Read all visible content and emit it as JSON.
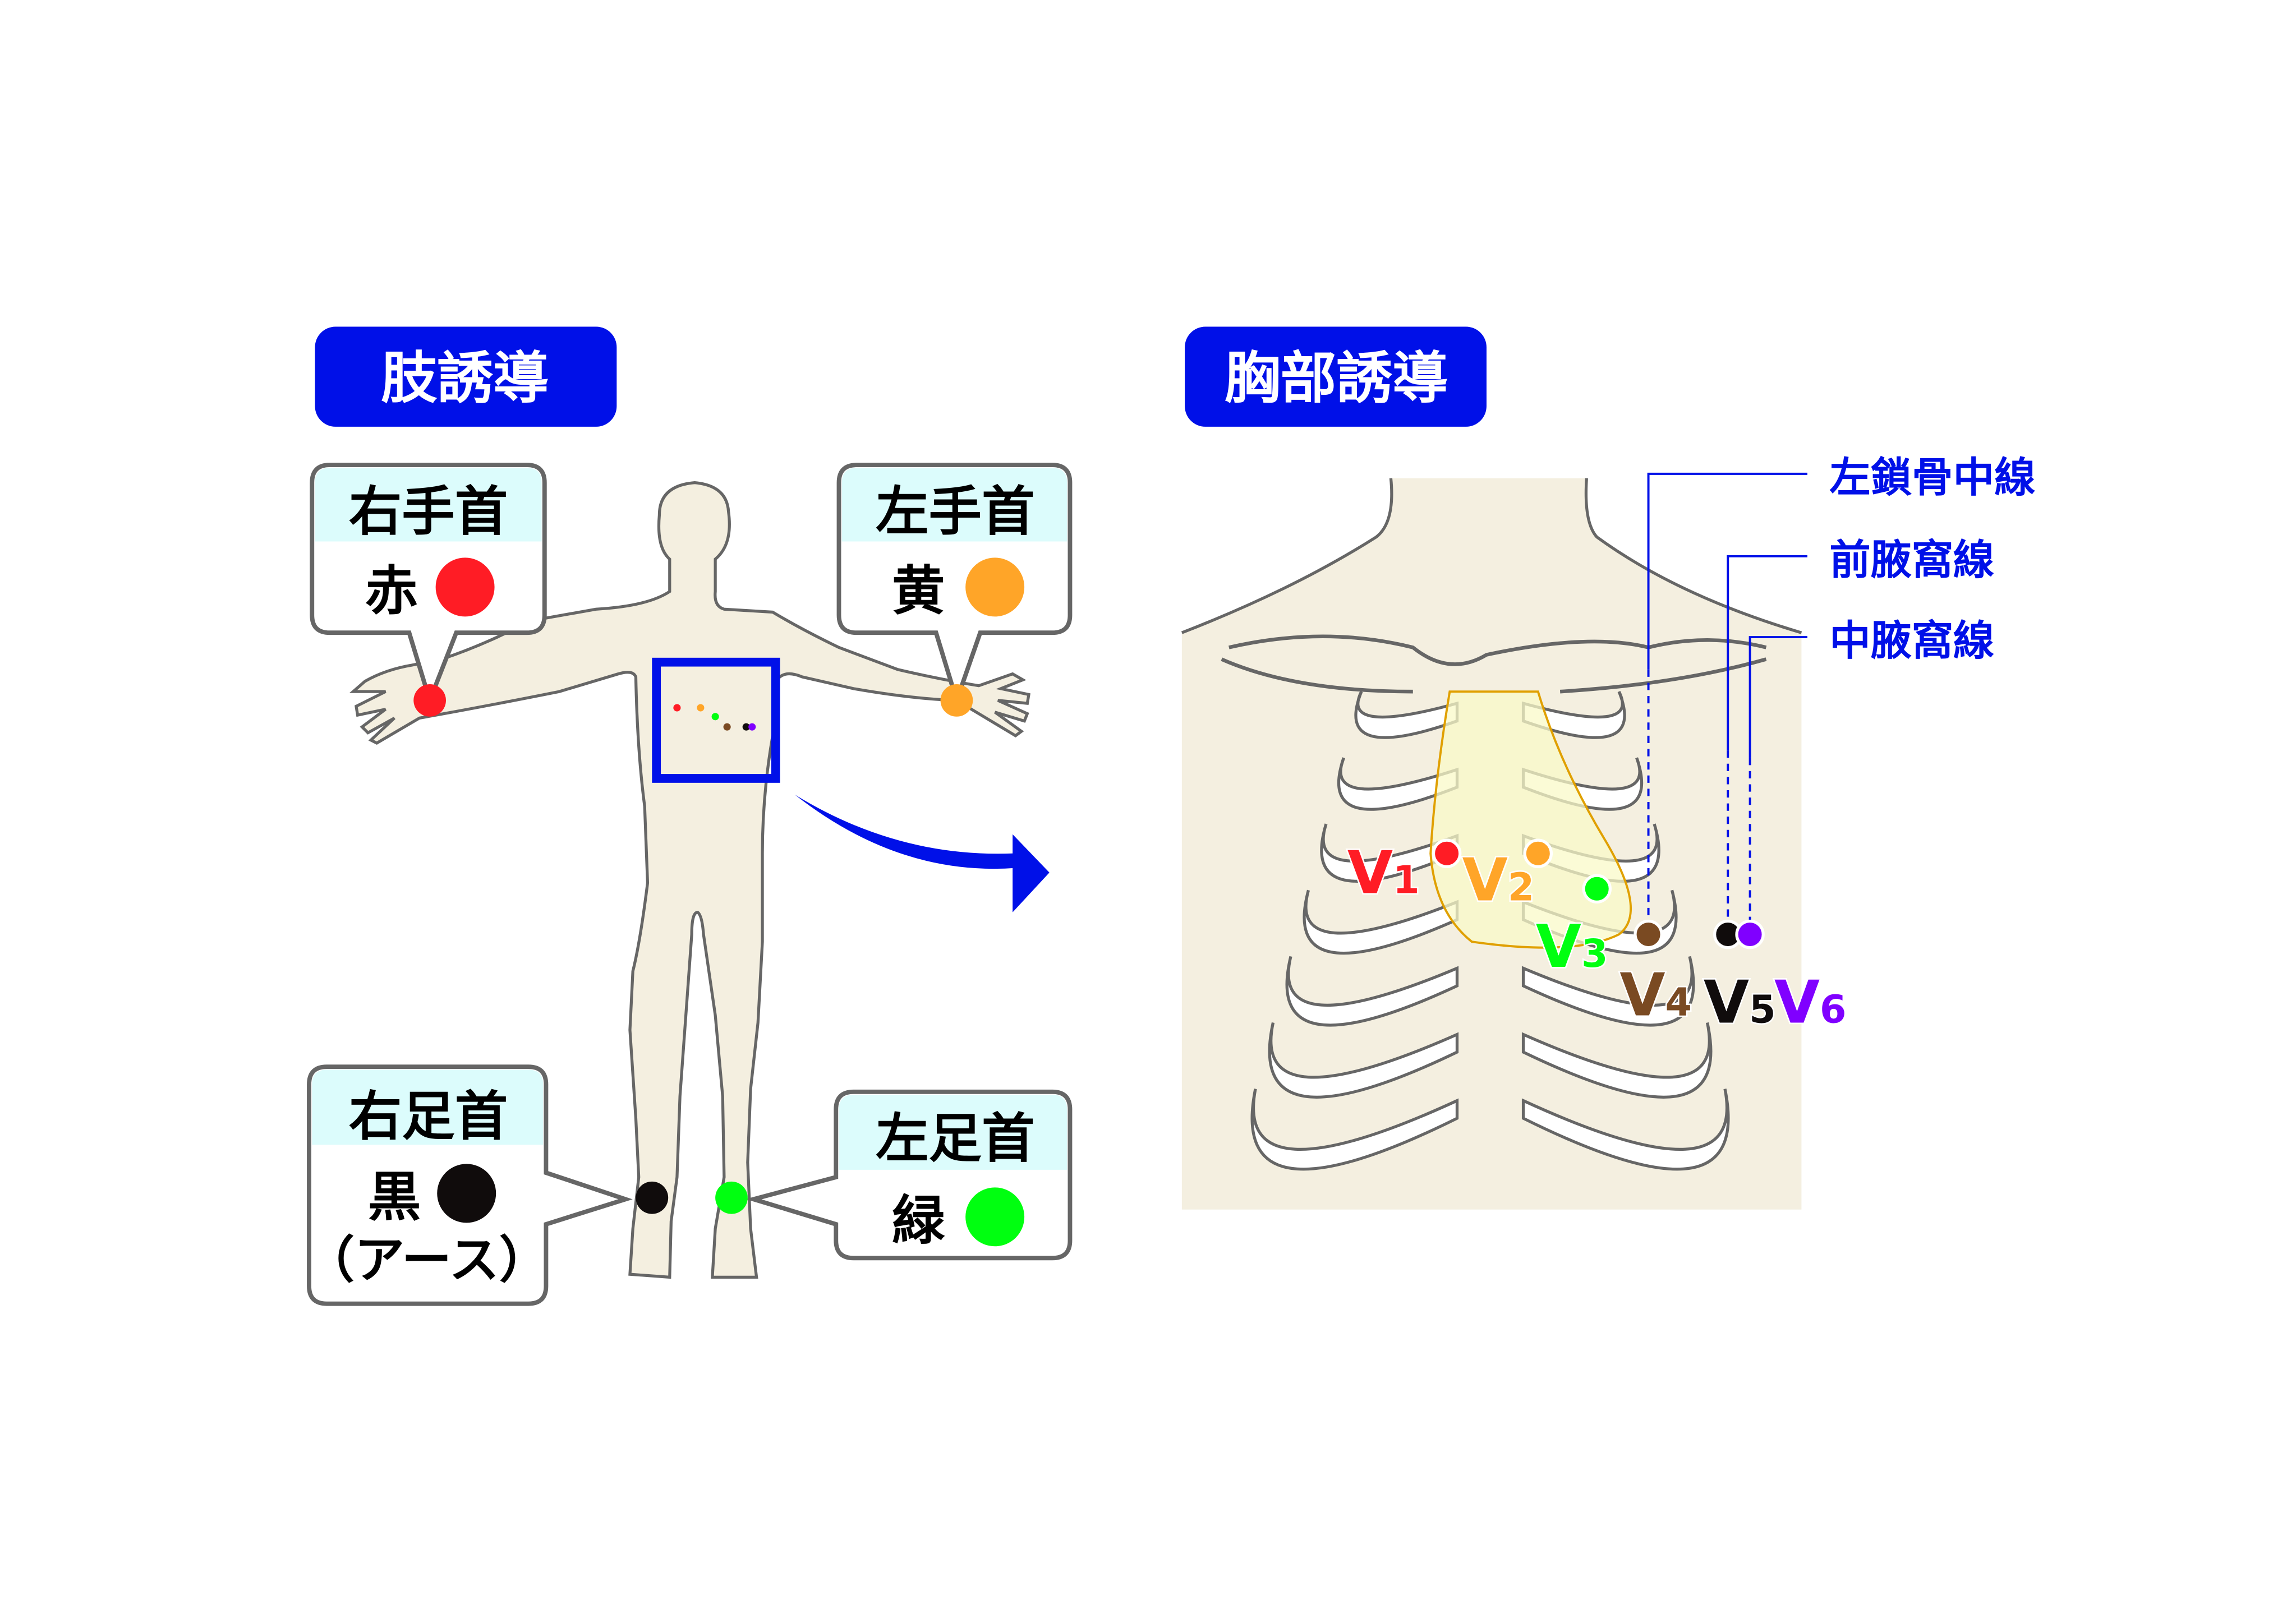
{
  "limb_leads": {
    "title": "肢誘導",
    "right_wrist": {
      "label": "右手首",
      "color_name": "赤",
      "color": "#ff1c25"
    },
    "left_wrist": {
      "label": "左手首",
      "color_name": "黄",
      "color": "#ffa528"
    },
    "right_ankle": {
      "label": "右足首",
      "color_name": "黒",
      "note": "（アース）",
      "color": "#100c0c"
    },
    "left_ankle": {
      "label": "左足首",
      "color_name": "緑",
      "color": "#00ff10"
    }
  },
  "chest_leads": {
    "title": "胸部誘導",
    "lines": [
      {
        "label": "左鎖骨中線"
      },
      {
        "label": "前腋窩線"
      },
      {
        "label": "中腋窩線"
      }
    ],
    "electrodes": [
      {
        "name": "V",
        "sub": "1",
        "color": "#ff1c25"
      },
      {
        "name": "V",
        "sub": "2",
        "color": "#ffa528"
      },
      {
        "name": "V",
        "sub": "3",
        "color": "#00ff10"
      },
      {
        "name": "V",
        "sub": "4",
        "color": "#7a4a22"
      },
      {
        "name": "V",
        "sub": "5",
        "color": "#100c0c"
      },
      {
        "name": "V",
        "sub": "6",
        "color": "#8000ff"
      }
    ]
  },
  "colors": {
    "accent": "#0010e8",
    "skin": "#f4efe0",
    "callout_header": "#dcfcfc",
    "outline": "#666666",
    "heart": "#fafac8"
  }
}
